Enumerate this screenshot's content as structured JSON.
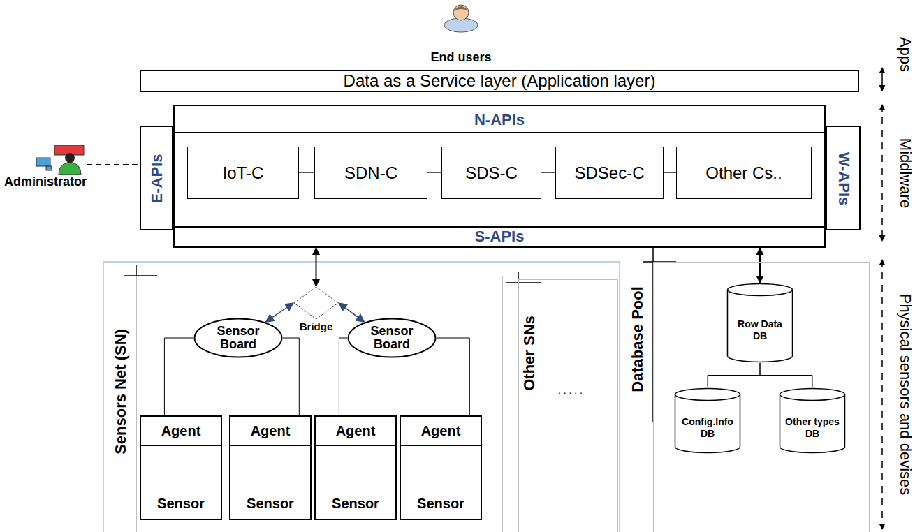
{
  "diagram": {
    "nodes": [
      {
        "text": [
          "Data as a Service layer (Application layer)"
        ]
      },
      {
        "text": [
          "N-APIs",
          "S-APIs"
        ]
      },
      {
        "text": [
          "E-APIs"
        ]
      },
      {
        "text": [
          "W-APIs"
        ]
      },
      {
        "text": [
          "IoT-C"
        ],
        "in": 1
      },
      {
        "text": [
          "SDN-C"
        ],
        "in": 1
      },
      {
        "text": [
          "SDS-C"
        ],
        "in": 1
      },
      {
        "text": [
          "SDSec-C"
        ],
        "in": 1
      },
      {
        "text": [
          "Other Cs.."
        ],
        "in": 1
      },
      {
        "text": [
          "Sensors Net (SN)"
        ]
      },
      {
        "text": [
          "Bridge"
        ],
        "in": 9
      },
      {
        "text": [
          "Sensor Board"
        ],
        "in": 9
      },
      {
        "text": [
          "Sensor Board"
        ],
        "in": 9
      },
      {
        "text": [
          "Agent",
          "Sensor"
        ],
        "in": 9
      },
      {
        "text": [
          "Agent",
          "Sensor"
        ],
        "in": 9
      },
      {
        "text": [
          "Agent",
          "Sensor"
        ],
        "in": 9
      },
      {
        "text": [
          "Agent",
          "Sensor"
        ],
        "in": 9
      },
      {
        "text": [
          "Other SNs",
          ". . . . ."
        ]
      },
      {
        "text": [
          "Database Pool"
        ]
      },
      {
        "text": [
          "Row Data DB"
        ],
        "in": 18
      },
      {
        "text": [
          "Config.Info DB"
        ],
        "in": 18
      },
      {
        "text": [
          "Other types DB"
        ],
        "in": 18
      }
    ],
    "edges": [
      {
        "from": 1,
        "to": 10,
        "arrow": "both"
      },
      {
        "from": 10,
        "to": 11,
        "arrow": "both"
      },
      {
        "from": 10,
        "to": 12,
        "arrow": "both"
      },
      {
        "from": 11,
        "to": 13,
        "arrow": "none"
      },
      {
        "from": 11,
        "to": 14,
        "arrow": "none"
      },
      {
        "from": 12,
        "to": 15,
        "arrow": "none"
      },
      {
        "from": 12,
        "to": 16,
        "arrow": "none"
      },
      {
        "from": 1,
        "to": 19,
        "arrow": "both"
      },
      {
        "from": 19,
        "to": 20,
        "arrow": "none"
      },
      {
        "from": 19,
        "to": 21,
        "arrow": "none"
      },
      {
        "from": 1,
        "to": 18,
        "arrow": "none"
      },
      {
        "from": 4,
        "to": 5,
        "arrow": "none"
      },
      {
        "from": 5,
        "to": 6,
        "arrow": "none"
      },
      {
        "from": 6,
        "to": 7,
        "arrow": "none"
      },
      {
        "from": 7,
        "to": 8,
        "arrow": "none"
      }
    ],
    "labels": [
      "End users",
      "Administrator",
      "Apps",
      "Middlware",
      "Physical sensors and devises"
    ]
  }
}
